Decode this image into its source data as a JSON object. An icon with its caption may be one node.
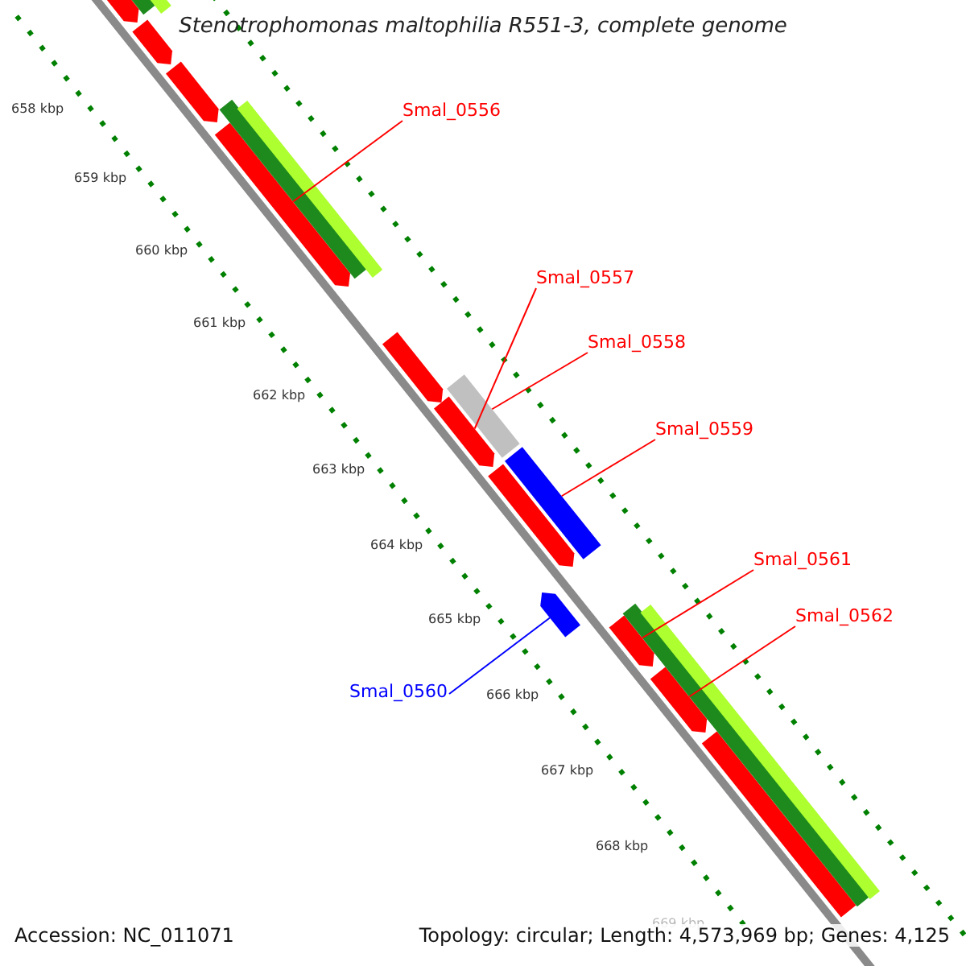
{
  "diagram": {
    "title": "Stenotrophomonas maltophilia R551-3, complete genome",
    "nodes": [
      {
        "text": [
          "Smal_0556"
        ]
      },
      {
        "text": [],
        "shape": "arrow"
      },
      {
        "text": [
          "Smal_0557"
        ]
      },
      {
        "text": [],
        "shape": "arrow"
      },
      {
        "text": [
          "Smal_0558"
        ]
      },
      {
        "text": [],
        "shape": "bar"
      },
      {
        "text": [
          "Smal_0559"
        ]
      },
      {
        "text": [],
        "shape": "bar"
      },
      {
        "text": [
          "Smal_0561"
        ]
      },
      {
        "text": [],
        "shape": "arrow"
      },
      {
        "text": [
          "Smal_0562"
        ]
      },
      {
        "text": [],
        "shape": "arrow"
      },
      {
        "text": [
          "Smal_0560"
        ]
      },
      {
        "text": [],
        "shape": "arrow"
      },
      {
        "text": [],
        "shape": "arrow"
      },
      {
        "text": [],
        "shape": "arrow"
      },
      {
        "text": [],
        "shape": "arrow"
      },
      {
        "text": [],
        "shape": "arrow"
      },
      {
        "text": [],
        "shape": "arrow"
      },
      {
        "text": [],
        "shape": "arrow"
      },
      {
        "text": [],
        "shape": "bar"
      },
      {
        "text": [],
        "shape": "bar"
      },
      {
        "text": [],
        "shape": "bar"
      },
      {
        "text": [],
        "shape": "bar"
      },
      {
        "text": [],
        "shape": "bar"
      },
      {
        "text": [],
        "shape": "bar"
      }
    ],
    "edges": [
      {
        "from": 0,
        "to": 1,
        "arrow": "none"
      },
      {
        "from": 2,
        "to": 3,
        "arrow": "none"
      },
      {
        "from": 4,
        "to": 5,
        "arrow": "none"
      },
      {
        "from": 6,
        "to": 7,
        "arrow": "none"
      },
      {
        "from": 8,
        "to": 9,
        "arrow": "none"
      },
      {
        "from": 10,
        "to": 11,
        "arrow": "none"
      },
      {
        "from": 12,
        "to": 13,
        "arrow": "none",
        "color": "#0000ff"
      }
    ],
    "labels": [
      "658 kbp",
      "659 kbp",
      "660 kbp",
      "661 kbp",
      "662 kbp",
      "663 kbp",
      "664 kbp",
      "665 kbp",
      "666 kbp",
      "667 kbp",
      "668 kbp",
      "669 kbp",
      "Accession: NC_011071",
      "Topology: circular; Length: 4,573,969 bp; Genes: 4,125"
    ]
  }
}
